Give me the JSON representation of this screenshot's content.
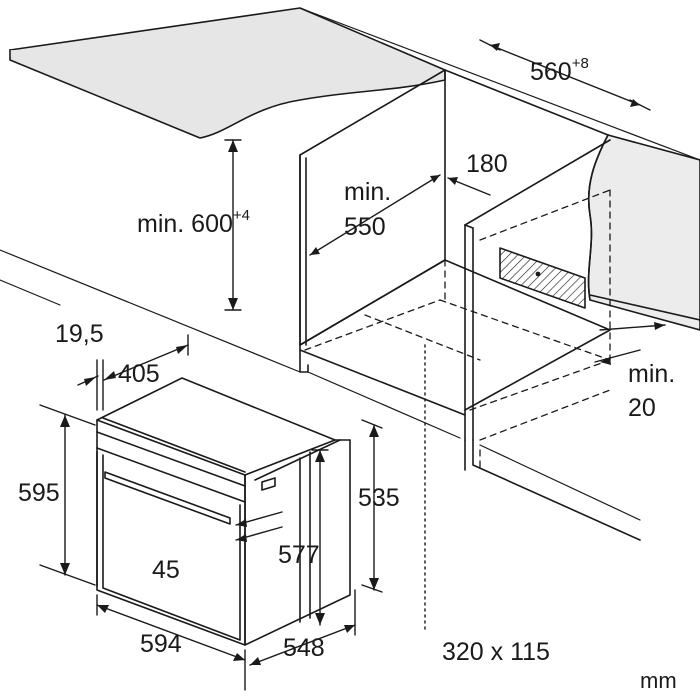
{
  "labels": {
    "width_recess": "560",
    "width_recess_tol": "+8",
    "rear_gap": "180",
    "min_depth_word": "min.",
    "min_depth_value": "550",
    "min_height_word": "min. 600",
    "min_height_tol": "+4",
    "front_offset": "19,5",
    "oven_depth_body": "405",
    "oven_height": "595",
    "oven_inner_height": "535",
    "handle_gap": "45",
    "oven_body_height": "577",
    "oven_width": "594",
    "oven_body_depth": "548",
    "vent_opening": "320 x 115",
    "min_gap_word": "min.",
    "min_gap_value": "20",
    "unit": "mm"
  }
}
